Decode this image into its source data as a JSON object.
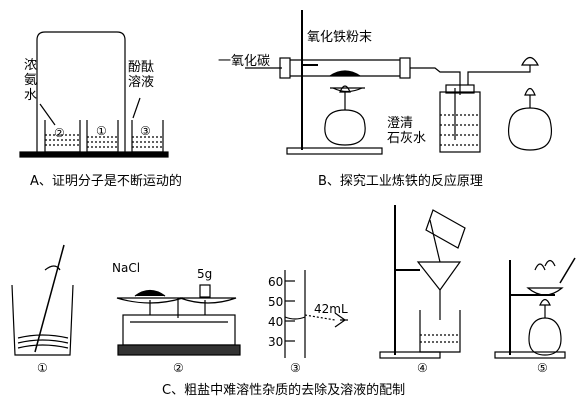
{
  "panelA": {
    "label_conc_ammonia": "浓\n氨\n水",
    "label_phenol": "酚酞\n溶液",
    "beaker2": "②",
    "beaker1": "①",
    "beaker3": "③",
    "caption": "A、证明分子是不断运动的"
  },
  "panelB": {
    "label_fe2o3": "氧化铁粉末",
    "label_co": "一氧化碳",
    "label_limewater": "澄清\n石灰水",
    "caption": "B、探究工业炼铁的反应原理"
  },
  "panelC": {
    "label_nacl": "NaCl",
    "label_5g": "5g",
    "tick_60": "60",
    "tick_50": "50",
    "tick_40": "40",
    "tick_30": "30",
    "label_volume": "42mL",
    "step1": "①",
    "step2": "②",
    "step3": "③",
    "step4": "④",
    "step5": "⑤",
    "caption": "C、粗盐中难溶性杂质的去除及溶液的配制"
  }
}
